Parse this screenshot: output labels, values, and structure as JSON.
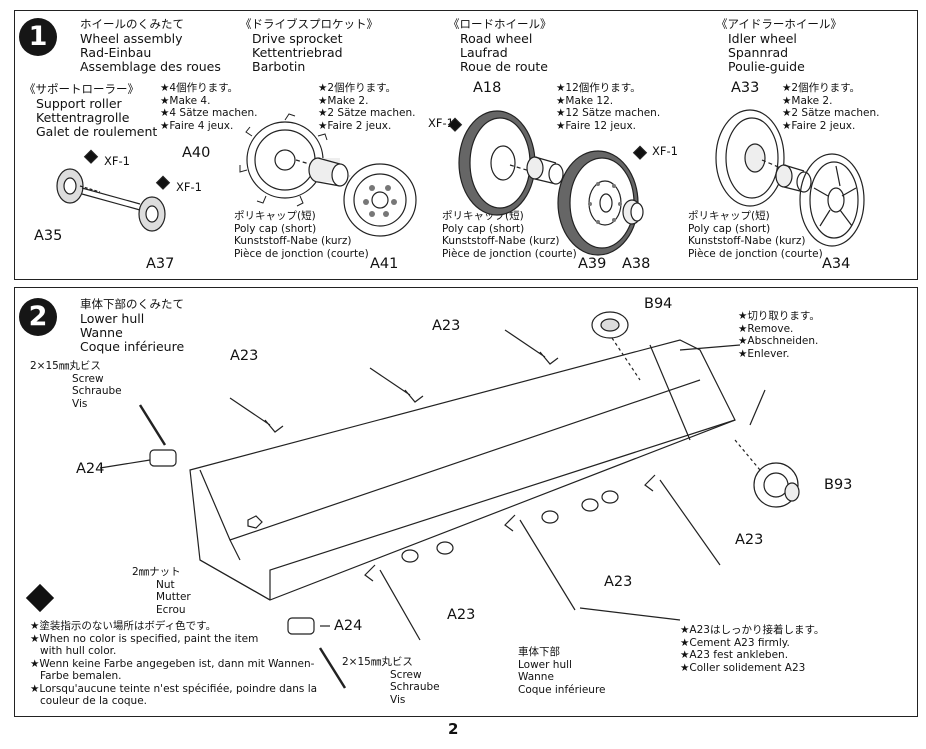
{
  "step1": {
    "number": "1",
    "title": {
      "ja": "ホイールのくみたて",
      "en": "Wheel assembly",
      "de": "Rad-Einbau",
      "fr": "Assemblage des roues"
    },
    "support_roller": {
      "name": {
        "ja": "《サポートローラー》",
        "en": "Support roller",
        "de": "Kettentragrolle",
        "fr": "Galet de roulement"
      },
      "qty": {
        "ja": "★4個作ります。",
        "en": "★Make 4.",
        "de": "★4 Sätze machen.",
        "fr": "★Faire 4 jeux."
      },
      "paint": [
        "XF-1",
        "XF-1"
      ],
      "parts": [
        "A35",
        "A37"
      ]
    },
    "drive_sprocket": {
      "name": {
        "ja": "《ドライブスプロケット》",
        "en": "Drive sprocket",
        "de": "Kettentriebrad",
        "fr": "Barbotin"
      },
      "qty": {
        "ja": "★2個作ります。",
        "en": "★Make 2.",
        "de": "★2 Sätze machen.",
        "fr": "★Faire 2 jeux."
      },
      "parts": [
        "A40",
        "A41"
      ],
      "polycap": {
        "ja": "ポリキャップ(短)",
        "en": "Poly cap (short)",
        "de": "Kunststoff-Nabe (kurz)",
        "fr": "Pièce de jonction (courte)"
      }
    },
    "road_wheel": {
      "name": {
        "ja": "《ロードホイール》",
        "en": "Road wheel",
        "de": "Laufrad",
        "fr": "Roue de route"
      },
      "qty": {
        "ja": "★12個作ります。",
        "en": "★Make 12.",
        "de": "★12 Sätze machen.",
        "fr": "★Faire 12 jeux."
      },
      "paint": [
        "XF-1",
        "XF-1"
      ],
      "parts": [
        "A18",
        "A39",
        "A38"
      ],
      "polycap": {
        "ja": "ポリキャップ(短)",
        "en": "Poly cap (short)",
        "de": "Kunststoff-Nabe (kurz)",
        "fr": "Pièce de jonction (courte)"
      }
    },
    "idler_wheel": {
      "name": {
        "ja": "《アイドラーホイール》",
        "en": "Idler wheel",
        "de": "Spannrad",
        "fr": "Poulie-guide"
      },
      "qty": {
        "ja": "★2個作ります。",
        "en": "★Make 2.",
        "de": "★2 Sätze machen.",
        "fr": "★Faire 2 jeux."
      },
      "parts": [
        "A33",
        "A34"
      ],
      "polycap": {
        "ja": "ポリキャップ(短)",
        "en": "Poly cap (short)",
        "de": "Kunststoff-Nabe (kurz)",
        "fr": "Pièce de jonction (courte)"
      }
    }
  },
  "step2": {
    "number": "2",
    "title": {
      "ja": "車体下部のくみたて",
      "en": "Lower hull",
      "de": "Wanne",
      "fr": "Coque inférieure"
    },
    "parts": {
      "a23": "A23",
      "a24": "A24",
      "b93": "B93",
      "b94": "B94"
    },
    "screw": {
      "ja": "2×15㎜丸ビス",
      "en": "Screw",
      "de": "Schraube",
      "fr": "Vis"
    },
    "screw2": {
      "ja": "2×15㎜丸ビス",
      "en": "Screw",
      "de": "Schraube",
      "fr": "Vis"
    },
    "nut": {
      "ja": "2㎜ナット",
      "en": "Nut",
      "de": "Mutter",
      "fr": "Ecrou"
    },
    "remove": {
      "ja": "★切り取ります。",
      "en": "★Remove.",
      "de": "★Abschneiden.",
      "fr": "★Enlever."
    },
    "lower_hull": {
      "ja": "車体下部",
      "en": "Lower hull",
      "de": "Wanne",
      "fr": "Coque inférieure"
    },
    "cement": {
      "ja": "★A23はしっかり接着します。",
      "en": "★Cement A23 firmly.",
      "de": "★A23 fest ankleben.",
      "fr": "★Coller solidement A23"
    },
    "paint_note": {
      "ja": "★塗装指示のない場所はボディ色です。",
      "en1": "★When no color is specified, paint the item",
      "en2": "with hull color.",
      "de1": "★Wenn keine Farbe angegeben ist, dann mit Wannen-",
      "de2": "Farbe bemalen.",
      "fr1": "★Lorsqu'aucune teinte n'est spécifiée, poindre dans la",
      "fr2": "couleur de la coque."
    }
  },
  "page_number": "2"
}
